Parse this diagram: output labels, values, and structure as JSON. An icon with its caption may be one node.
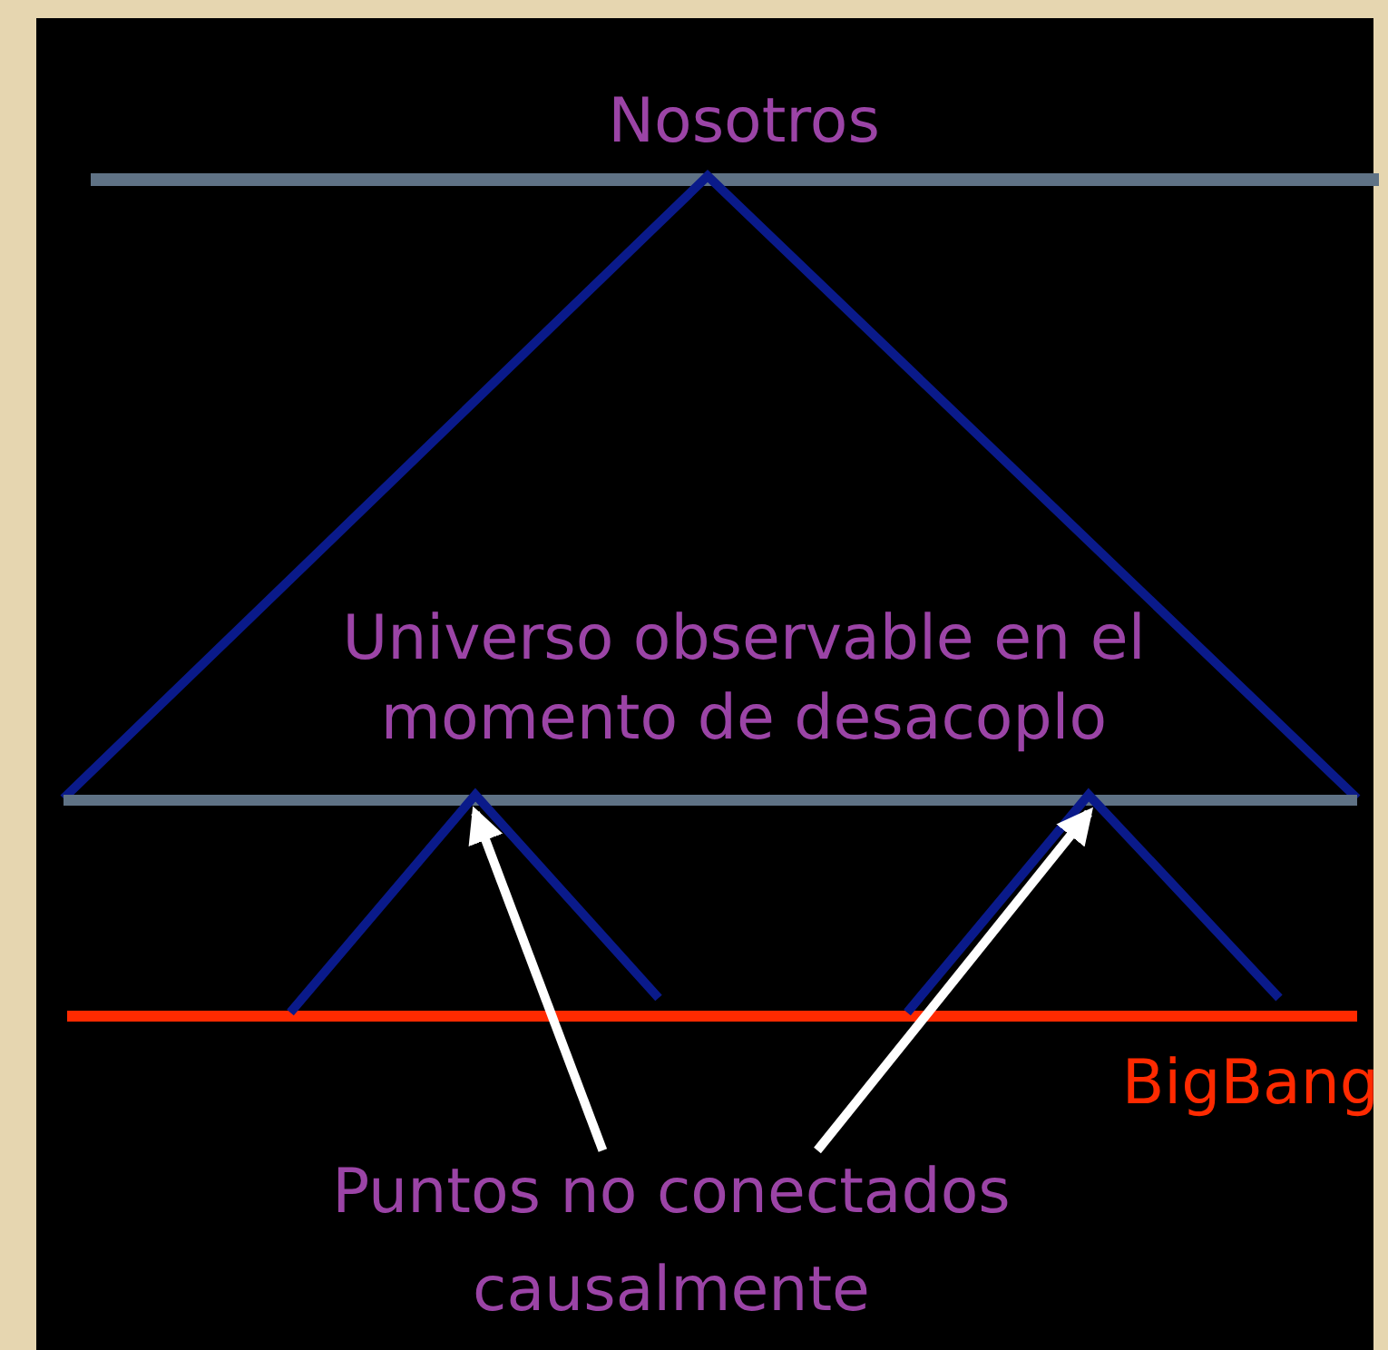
{
  "diagram": {
    "nodes": [
      {
        "text": [
          "Puntos no conectados causalmente"
        ]
      },
      {
        "text": [],
        "shape": "triangle"
      },
      {
        "text": [],
        "shape": "triangle"
      }
    ],
    "edges": [
      {
        "from": 0,
        "to": 1,
        "arrow": "to",
        "color": "#ffffff"
      },
      {
        "from": 0,
        "to": 2,
        "arrow": "to",
        "color": "#ffffff"
      }
    ],
    "labels": [
      "Nosotros",
      "Universo observable en el momento de desacoplo",
      "BigBang"
    ]
  }
}
